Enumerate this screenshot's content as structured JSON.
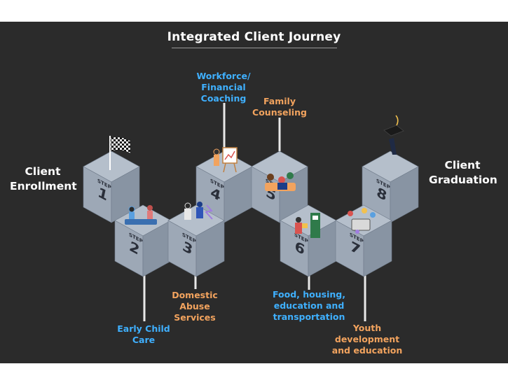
{
  "title": "Integrated Client Journey",
  "enrollment": [
    "Client",
    "Enrollment"
  ],
  "graduation": [
    "Client",
    "Graduation"
  ],
  "step_word": "STEP",
  "steps": [
    {
      "number": "1",
      "service": []
    },
    {
      "number": "2",
      "service": [
        "Early Child",
        "Care"
      ],
      "color": "#3fb0ff"
    },
    {
      "number": "3",
      "service": [
        "Domestic",
        "Abuse",
        "Services"
      ],
      "color": "#f2a35e"
    },
    {
      "number": "4",
      "service": [
        "Workforce/",
        "Financial",
        "Coaching"
      ],
      "color": "#3fb0ff"
    },
    {
      "number": "5",
      "service": [
        "Family",
        "Counseling"
      ],
      "color": "#f2a35e"
    },
    {
      "number": "6",
      "service": [
        "Food, housing,",
        "education and",
        "transportation"
      ],
      "color": "#3fb0ff"
    },
    {
      "number": "7",
      "service": [
        "Youth",
        "development",
        "and education"
      ],
      "color": "#f2a35e"
    },
    {
      "number": "8",
      "service": []
    }
  ],
  "colors": {
    "background": "#2b2b2b",
    "cube_top": "#b5bfcb",
    "cube_left": "#9da8b6",
    "cube_right": "#8894a3",
    "blue_text": "#3fb0ff",
    "orange_text": "#f2a35e"
  },
  "icons": [
    "checkered-flag-icon",
    "graduation-cap-icon"
  ]
}
